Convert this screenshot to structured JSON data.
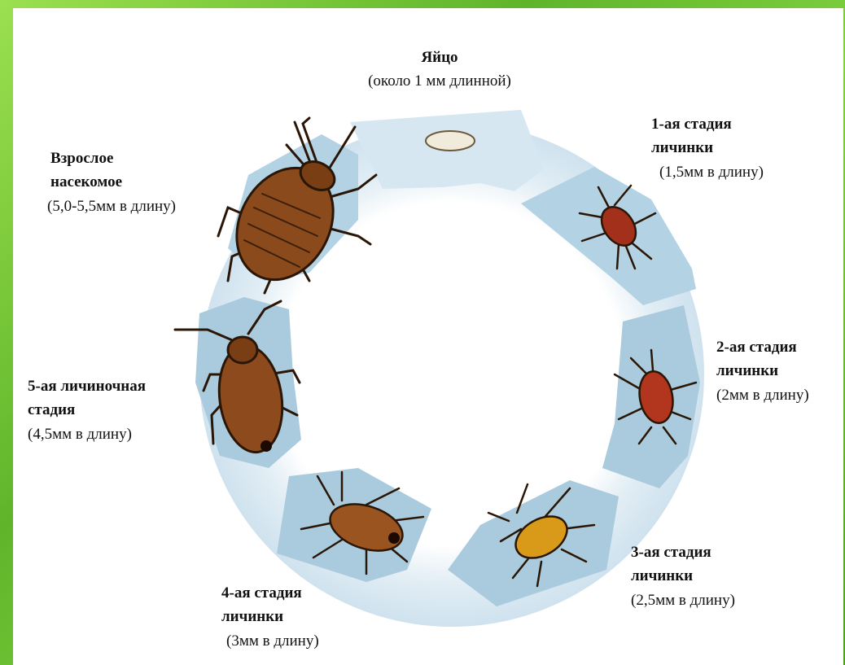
{
  "stages": {
    "egg": {
      "name": "Яйцо",
      "size": "(около 1 мм длинной)"
    },
    "nymph1": {
      "name_line1": "1-ая стадия",
      "name_line2": "личинки",
      "size": "(1,5мм в длину)"
    },
    "nymph2": {
      "name_line1": "2-ая стадия",
      "name_line2": "личинки",
      "size": "(2мм в длину)"
    },
    "nymph3": {
      "name_line1": "3-ая стадия",
      "name_line2": "личинки",
      "size": "(2,5мм в длину)"
    },
    "nymph4": {
      "name_line1": "4-ая стадия",
      "name_line2": "личинки",
      "size": "(3мм в длину)"
    },
    "nymph5": {
      "name_line1": "5-ая личиночная",
      "name_line2": "стадия",
      "size": "(4,5мм в длину)"
    },
    "adult": {
      "name_line1": "Взрослое",
      "name_line2": "насекомое",
      "size": "(5,0-5,5мм в длину)"
    }
  },
  "colors": {
    "frame": "#7cc83a",
    "ring": "#dbe9f1",
    "segment": "#a9cbdd",
    "adult_body": "#8b4a1c",
    "nymph1_body": "#a2301a",
    "nymph2_body": "#b2361d",
    "nymph3_body": "#d99a1a",
    "nymph4_body": "#9a5420",
    "nymph5_body": "#8d4a1d",
    "egg": "#f1ebdc"
  }
}
